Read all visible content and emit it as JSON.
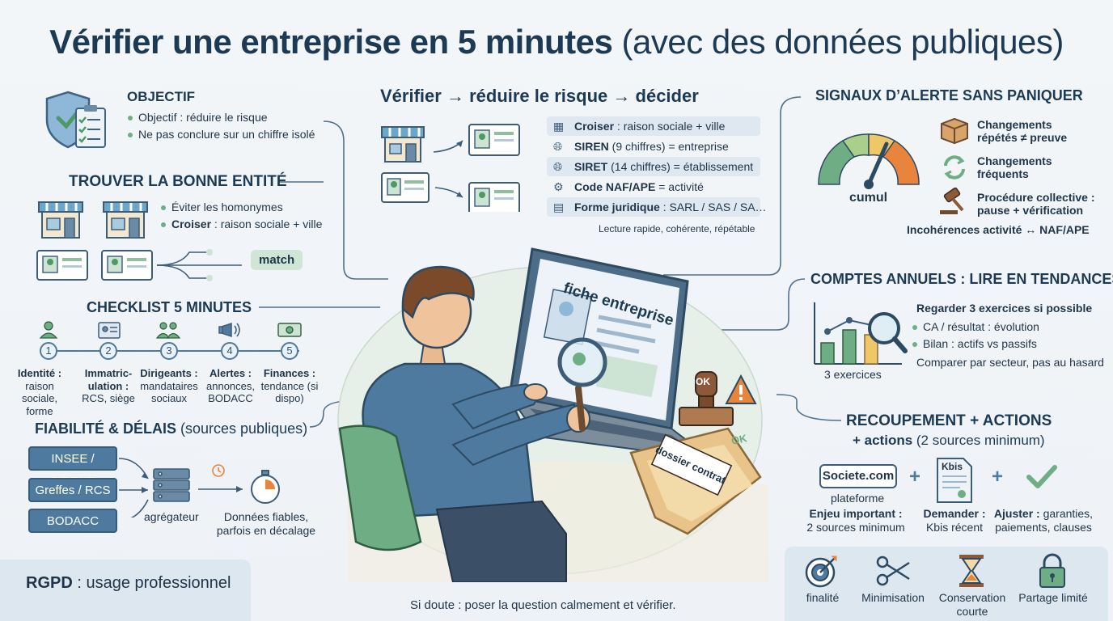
{
  "title": {
    "bold": "Vérifier une entreprise en 5 minutes",
    "light": "(avec des données publiques)"
  },
  "flow_header": {
    "a": "Vérifier",
    "b": "réduire le risque",
    "c": "décider",
    "arrow": "→"
  },
  "objectif": {
    "heading": "OBJECTIF",
    "bullets": [
      "Objectif : réduire le risque",
      "Ne pas conclure sur un chiffre isolé"
    ]
  },
  "entite": {
    "heading": "TROUVER LA BONNE ENTITÉ",
    "b1": "Éviter les homonymes",
    "b2_bold": "Croiser",
    "b2_rest": " : raison sociale + ville",
    "match": "match"
  },
  "checklist": {
    "heading": "CHECKLIST 5 MINUTES",
    "steps": [
      {
        "num": "1",
        "bold": "Identité :",
        "rest": "raison sociale, forme"
      },
      {
        "num": "2",
        "bold": "Immatric-ulation :",
        "rest": "RCS, siège"
      },
      {
        "num": "3",
        "bold": "Dirigeants :",
        "rest": "mandataires sociaux"
      },
      {
        "num": "4",
        "bold": "Alertes :",
        "rest": "annonces, BODACC"
      },
      {
        "num": "5",
        "bold": "Finances :",
        "rest": "tendance (si dispo)"
      }
    ]
  },
  "fiabilite": {
    "heading_bold": "FIABILITÉ & DÉLAIS",
    "heading_light": "(sources publiques)",
    "sources": [
      "INSEE / SIRENE",
      "Greffes / RCS",
      "BODACC"
    ],
    "aggregator": "agrégateur",
    "result": "Données fiables, parfois en décalage"
  },
  "rgpd": {
    "bold": "RGPD",
    "rest": " : usage professionnel"
  },
  "fields": {
    "rows": [
      {
        "bold": "Croiser",
        "rest": " : raison sociale + ville"
      },
      {
        "bold": "SIREN",
        "rest": " (9 chiffres) = entreprise"
      },
      {
        "bold": "SIRET",
        "rest": " (14 chiffres) = établissement"
      },
      {
        "bold": "Code NAF/APE",
        "rest": " = activité"
      },
      {
        "bold": "Forme juridique",
        "rest": " : SARL / SAS / SA…"
      }
    ],
    "caption": "Lecture rapide, cohérente, répétable"
  },
  "center": {
    "screen_label": "fiche entreprise",
    "folder_label": "dossier contrat",
    "stamp": "OK",
    "ok_mark": "OK",
    "bottom_text": "Si doute : poser la question calmement et vérifier."
  },
  "signaux": {
    "heading": "SIGNAUX D’ALERTE SANS PANIQUER",
    "gauge_label": "cumul",
    "items": [
      "Changements répétés ≠ preuve",
      "Changements fréquents",
      "Procédure collective : pause + vérification"
    ],
    "footer": "Incohérences activité ↔ NAF/APE"
  },
  "comptes": {
    "heading_bold": "COMPTES ANNUELS :",
    "heading_rest": " LIRE EN TENDANCES",
    "lead": "Regarder 3 exercices si possible",
    "bullets": [
      "CA / résultat : évolution",
      "Bilan : actifs vs passifs"
    ],
    "note": "Comparer par secteur, pas au hasard",
    "chart_caption": "3 exercices"
  },
  "recoupement": {
    "heading1": "RECOUPEMENT + ACTIONS",
    "heading2_bold": "+ actions",
    "heading2_rest": " (2 sources minimum)",
    "platform_logo": "Societe.com",
    "platform_caption": "plateforme",
    "kbis": "Kbis",
    "plus": "+",
    "cols": [
      {
        "bold": "Enjeu important :",
        "rest": "2 sources minimum"
      },
      {
        "bold": "Demander :",
        "rest": "Kbis récent"
      },
      {
        "bold": "Ajuster :",
        "rest": "garanties, paiements, clauses"
      }
    ]
  },
  "rgpd_icons": [
    "finalité",
    "Minimisation",
    "Conservation courte",
    "Partage limité"
  ],
  "colors": {
    "primary": "#1d3a54",
    "accent_blue": "#4f7aa0",
    "accent_green": "#6fae84",
    "alert_orange": "#e8843c"
  }
}
